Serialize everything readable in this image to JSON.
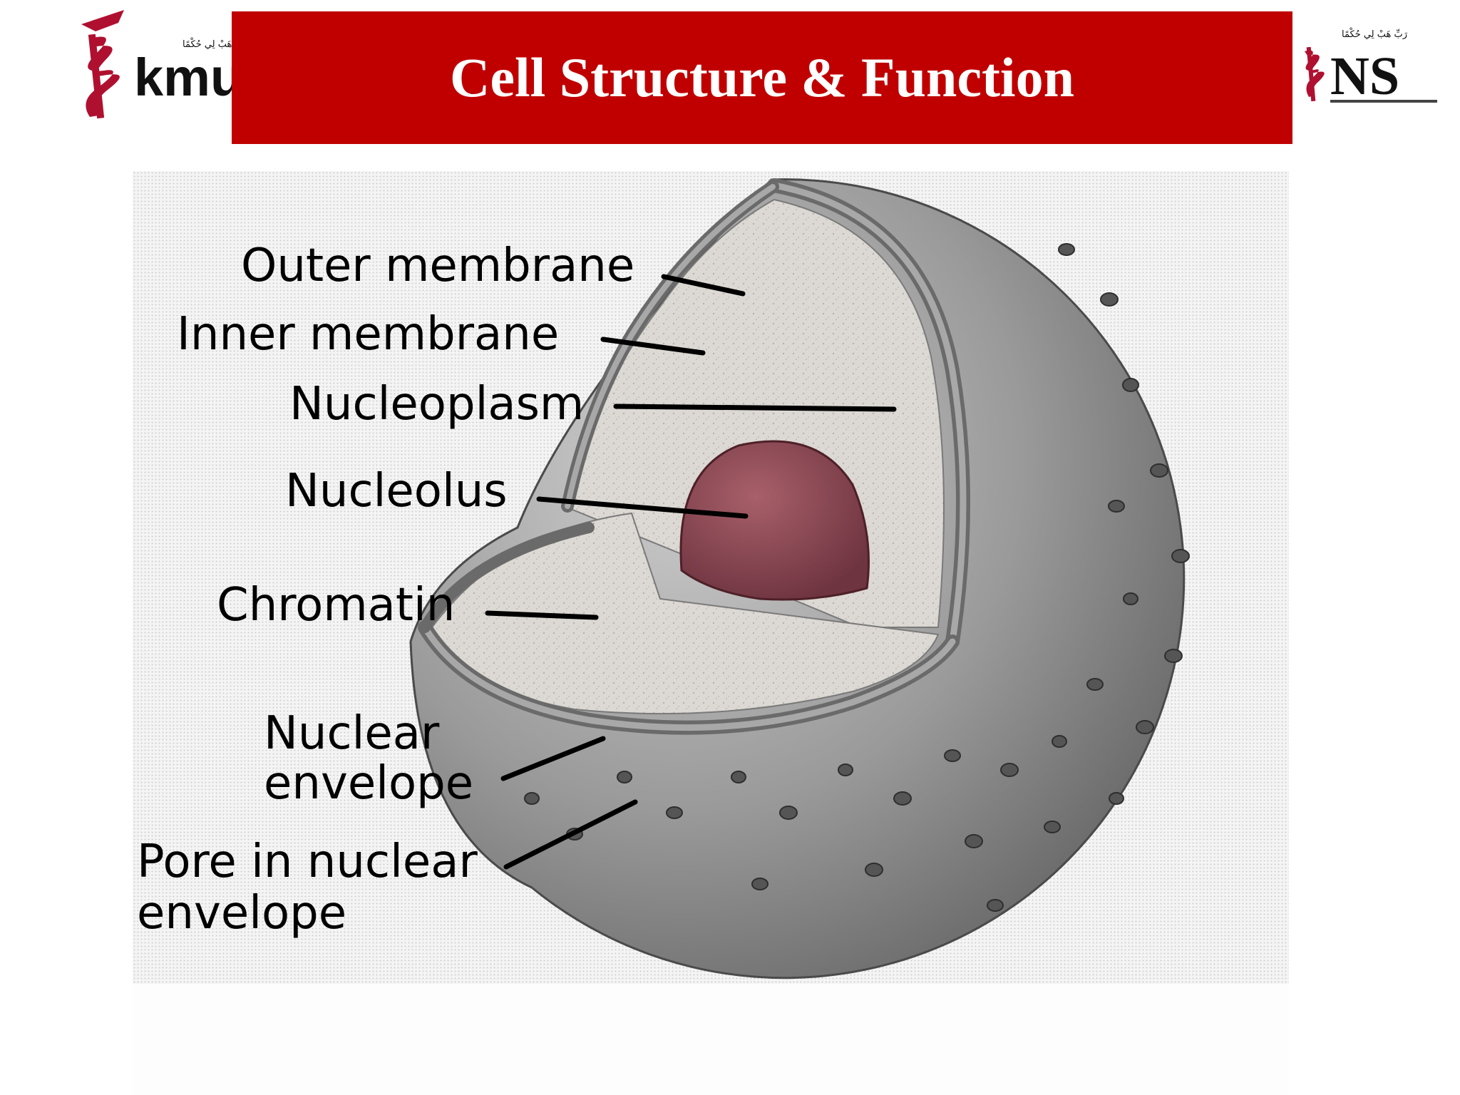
{
  "header": {
    "title": "Cell Structure & Function",
    "left_logo_text": "kmu",
    "left_logo_tagline": "رَبِّ هَبْ لِي حُكْمًا",
    "right_logo_text": "NS",
    "right_logo_tagline": "رَبِّ هَبْ لِي حُكْمًا"
  },
  "diagram": {
    "labels": {
      "outer_membrane": "Outer membrane",
      "inner_membrane": "Inner membrane",
      "nucleoplasm": "Nucleoplasm",
      "nucleolus": "Nucleolus",
      "chromatin": "Chromatin",
      "nuclear_envelope_1": "Nuclear",
      "nuclear_envelope_2": "envelope",
      "pore_1": "Pore in nuclear",
      "pore_2": "envelope"
    }
  },
  "colors": {
    "banner": "#c00000",
    "banner_text": "#ffffff",
    "logo_red": "#b01030",
    "nucleolus": "#8a4a52",
    "envelope_gray": "#8c8c8c",
    "cut_face": "#d8d4cf"
  }
}
